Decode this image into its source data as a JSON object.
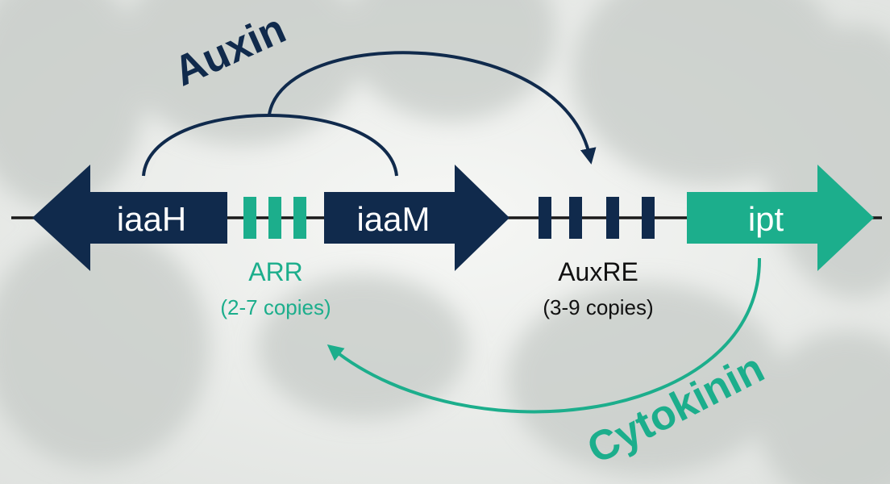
{
  "colors": {
    "navy": "#102a4c",
    "teal": "#1cae8c",
    "backbone": "#1a1a1a",
    "background": "#eef0ee"
  },
  "genes": {
    "iaaH": "iaaH",
    "iaaM": "iaaM",
    "ipt": "ipt"
  },
  "elements": {
    "arr_label": "ARR",
    "arr_copies": "(2-7 copies)",
    "auxre_label": "AuxRE",
    "auxre_copies": "(3-9 copies)"
  },
  "hormones": {
    "auxin": "Auxin",
    "cytokinin": "Cytokinin"
  }
}
